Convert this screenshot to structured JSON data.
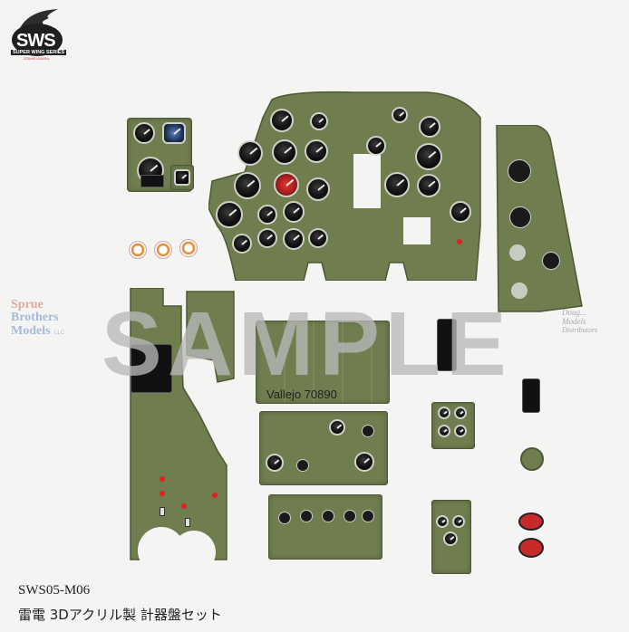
{
  "logo": {
    "brand": "SWS",
    "series": "SUPER WING SERIES",
    "maker": "ZOUKEI-MURA"
  },
  "watermark": {
    "text": "SAMPLE",
    "distributor_left": [
      "Sprue",
      "Brothers",
      "Models"
    ],
    "distributor_left_suffix": "LLC",
    "distributor_right": [
      "Doug...",
      "Models",
      "Distributors"
    ]
  },
  "paint_note": "Vallejo 70890",
  "product": {
    "code": "SWS05-M06",
    "title": "雷電 3Dアクリル製 計器盤セット"
  },
  "colors": {
    "panel_green": "#6f7d4f",
    "background": "#f4f4f2",
    "watermark": "#b9b9b9",
    "accent_red": "#d22222",
    "accent_orange": "#e8913c"
  }
}
